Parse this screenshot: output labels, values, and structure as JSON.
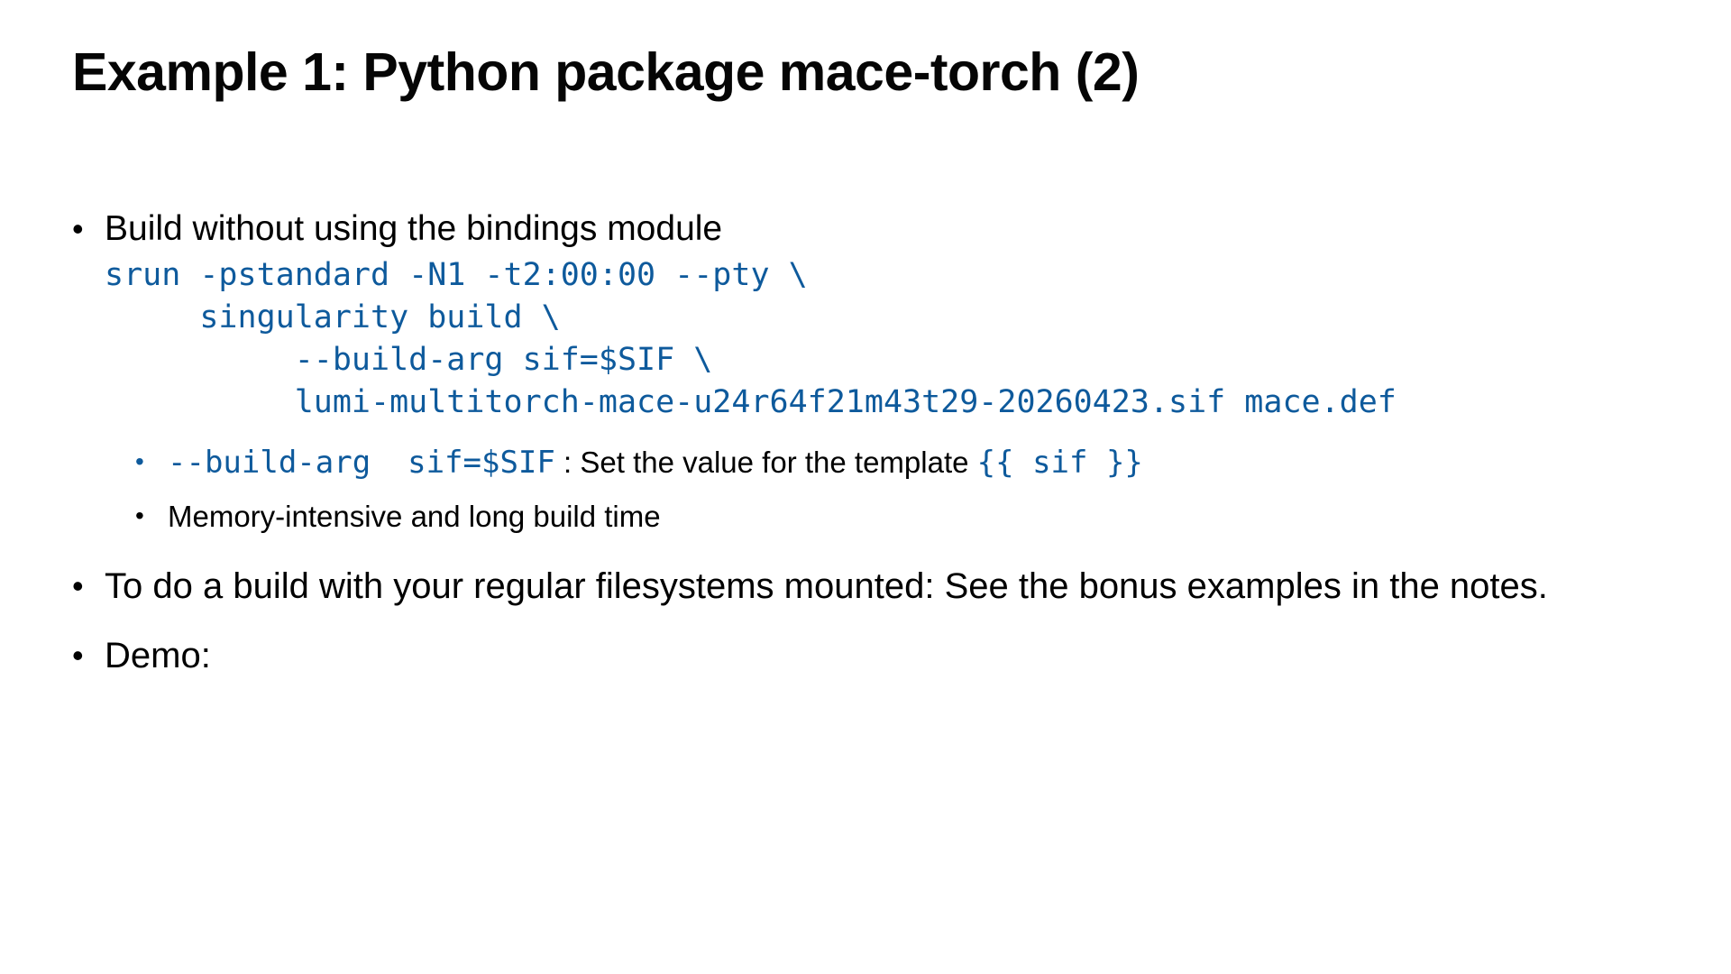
{
  "slide": {
    "title": "Example 1: Python package mace-torch (2)",
    "bullet_glyph": "•",
    "colors": {
      "code_blue": "#0E5A9C",
      "text": "#000000",
      "background": "#FFFFFF"
    },
    "b1": {
      "text": "Build without using the bindings module"
    },
    "code_lines": [
      "srun -pstandard -N1 -t2:00:00 --pty \\",
      "     singularity build \\",
      "          --build-arg sif=$SIF \\",
      "          lumi-multitorch-mace-u24r64f21m43t29-20260423.sif mace.def"
    ],
    "sub1": {
      "code_before": "--build-arg  sif=$SIF",
      "text": " : Set the value for the template ",
      "code_after": "{{ sif }}"
    },
    "sub2": {
      "text": "Memory-intensive and long build time"
    },
    "b2": {
      "text": "To do a build with your regular filesystems mounted: See the bonus examples in the notes."
    },
    "b3": {
      "text": "Demo:"
    }
  }
}
